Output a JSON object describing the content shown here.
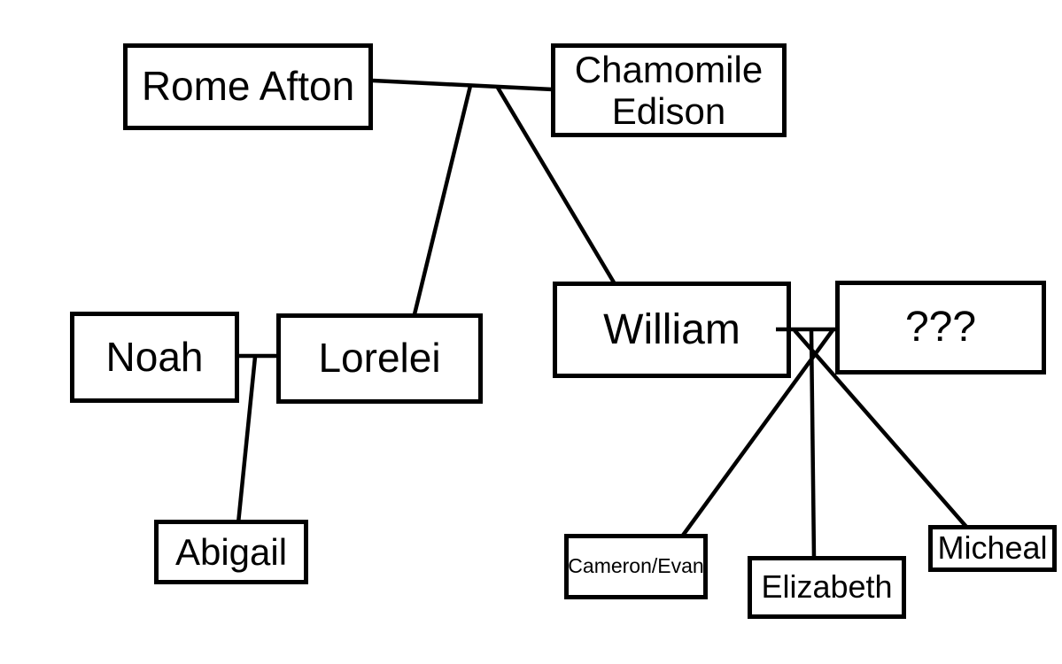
{
  "diagram": {
    "type": "family-tree",
    "background_color": "#ffffff",
    "box_border_color": "#000000",
    "line_color": "#000000",
    "text_color": "#000000",
    "nodes": {
      "rome_afton": {
        "label": "Rome Afton"
      },
      "chamomile_edison": {
        "label": "Chamomile Edison"
      },
      "noah": {
        "label": "Noah"
      },
      "lorelei": {
        "label": "Lorelei"
      },
      "william": {
        "label": "William"
      },
      "unknown_partner": {
        "label": "???"
      },
      "abigail": {
        "label": "Abigail"
      },
      "cameron_evan": {
        "label": "Cameron/Evan"
      },
      "elizabeth": {
        "label": "Elizabeth"
      },
      "micheal": {
        "label": "Micheal"
      }
    },
    "edges": [
      {
        "type": "partner",
        "between": [
          "Rome Afton",
          "Chamomile Edison"
        ]
      },
      {
        "type": "child",
        "parents": [
          "Rome Afton",
          "Chamomile Edison"
        ],
        "child": "Lorelei"
      },
      {
        "type": "child",
        "parents": [
          "Rome Afton",
          "Chamomile Edison"
        ],
        "child": "William"
      },
      {
        "type": "partner",
        "between": [
          "Noah",
          "Lorelei"
        ]
      },
      {
        "type": "child",
        "parents": [
          "Noah",
          "Lorelei"
        ],
        "child": "Abigail"
      },
      {
        "type": "partner",
        "between": [
          "William",
          "???"
        ]
      },
      {
        "type": "child",
        "parents": [
          "William",
          "???"
        ],
        "child": "Cameron/Evan"
      },
      {
        "type": "child",
        "parents": [
          "William",
          "???"
        ],
        "child": "Elizabeth"
      },
      {
        "type": "child",
        "parents": [
          "William",
          "???"
        ],
        "child": "Micheal"
      }
    ]
  }
}
